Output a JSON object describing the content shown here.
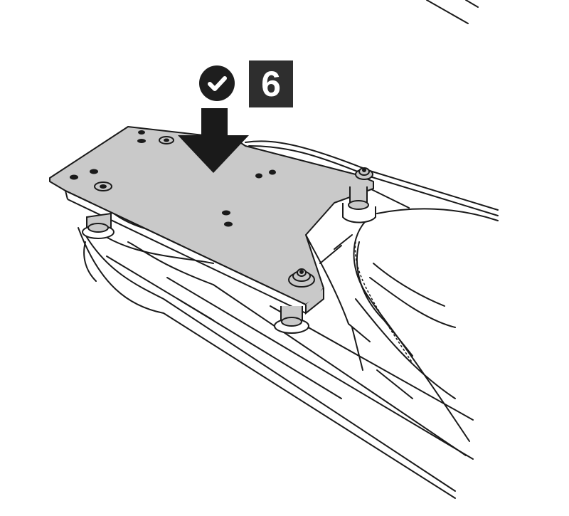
{
  "figure": {
    "type": "assembly-instruction-illustration",
    "step": {
      "number": "6",
      "check_icon": "checkmark-circle-icon"
    },
    "arrow": {
      "direction": "down",
      "icon": "down-arrow-icon",
      "meaning": "place plate onto mounts"
    },
    "parts": [
      {
        "name": "mounting-plate",
        "fill": "#c8c8c8"
      },
      {
        "name": "rear-rack-rails"
      },
      {
        "name": "rubber-spacers",
        "count": 4
      },
      {
        "name": "fixing-bolts",
        "count": 2
      },
      {
        "name": "seat"
      }
    ],
    "colors": {
      "line": "#1a1a1a",
      "plate": "#c9c9c9",
      "badge": "#2e2e2e",
      "background": "#ffffff"
    }
  }
}
